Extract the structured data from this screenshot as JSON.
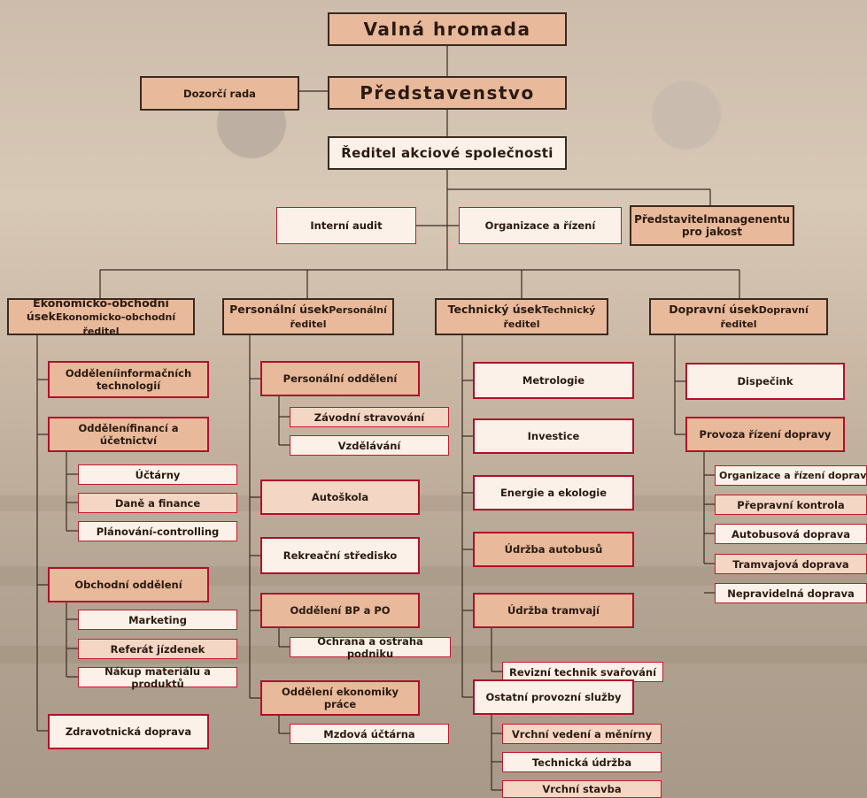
{
  "top": {
    "general_meeting": "Valná hromada",
    "supervisory_board": "Dozorčí rada",
    "board": "Představenstvo",
    "director": "Ředitel akciové společnosti"
  },
  "staff": {
    "internal_audit": "Interní audit",
    "organization": "Organizace a řízení",
    "quality_rep_line1": "Představitel",
    "quality_rep_line2": "managenentu pro jakost"
  },
  "divisions": {
    "economic": {
      "title": "Ekonomicko-obchodní úsek",
      "head": "Ekonomicko-obchodní ředitel",
      "it_line1": "Oddělení",
      "it_line2": "informačních technologií",
      "fin_line1": "Oddělení",
      "fin_line2": "financí a účetnictví",
      "fin_sub": [
        "Účtárny",
        "Daně a finance",
        "Plánování-controlling"
      ],
      "trade": "Obchodní oddělení",
      "trade_sub": [
        "Marketing",
        "Referát jízdenek",
        "Nákup materiálu a produktů"
      ],
      "medical": "Zdravotnická doprava"
    },
    "personnel": {
      "title": "Personální úsek",
      "head": "Personální ředitel",
      "dept": "Personální oddělení",
      "dept_sub": [
        "Závodní stravování",
        "Vzdělávání"
      ],
      "driving_school": "Autoškola",
      "recreation": "Rekreační středisko",
      "safety": "Oddělení BP a PO",
      "safety_sub": [
        "Ochrana a ostraha podniku"
      ],
      "labour": "Oddělení ekonomiky práce",
      "labour_sub": [
        "Mzdová účtárna"
      ]
    },
    "technical": {
      "title": "Technický úsek",
      "head": "Technický ředitel",
      "metrology": "Metrologie",
      "investment": "Investice",
      "energy": "Energie a ekologie",
      "bus_maint": "Údržba autobusů",
      "tram_maint": "Údržba tramvají",
      "tram_sub": [
        "Revizní technik svařování"
      ],
      "other": "Ostatní provozní služby",
      "other_sub": [
        "Vrchní vedení a měnírny",
        "Technická údržba",
        "Vrchní stavba"
      ]
    },
    "transport": {
      "title": "Dopravní úsek",
      "head": "Dopravní ředitel",
      "dispatch": "Dispečink",
      "ops_line1": "Provoz",
      "ops_line2": "a řízení dopravy",
      "ops_sub": [
        "Organizace a řízení dopravy",
        "Přepravní kontrola",
        "Autobusová doprava",
        "Tramvajová doprava",
        "Nepravidelná doprava"
      ]
    }
  },
  "colors": {
    "peach": "#e8b99a",
    "cream": "#fbf1e8",
    "red_border": "#b0102a",
    "dark_border": "#3a2a20",
    "line": "#3a2a20"
  }
}
